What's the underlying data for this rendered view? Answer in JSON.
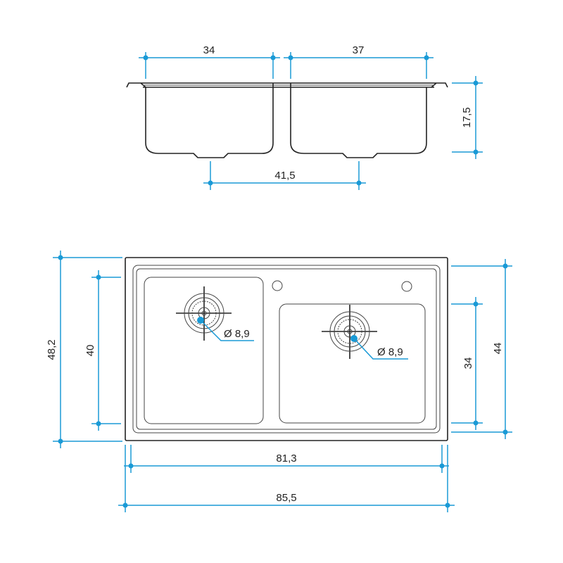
{
  "side_view": {
    "left_bowl_width": "34",
    "right_bowl_width": "37",
    "depth": "17,5",
    "drain_spacing": "41,5"
  },
  "top_view": {
    "overall_depth": "48,2",
    "left_bowl_length": "40",
    "inner_depth": "44",
    "right_bowl_length": "34",
    "left_drain_diameter": "Ø 8,9",
    "right_drain_diameter": "Ø 8,9",
    "inner_width": "81,3",
    "overall_width": "85,5"
  },
  "colors": {
    "dimension": "#1a9ad6",
    "outline": "#222222"
  }
}
